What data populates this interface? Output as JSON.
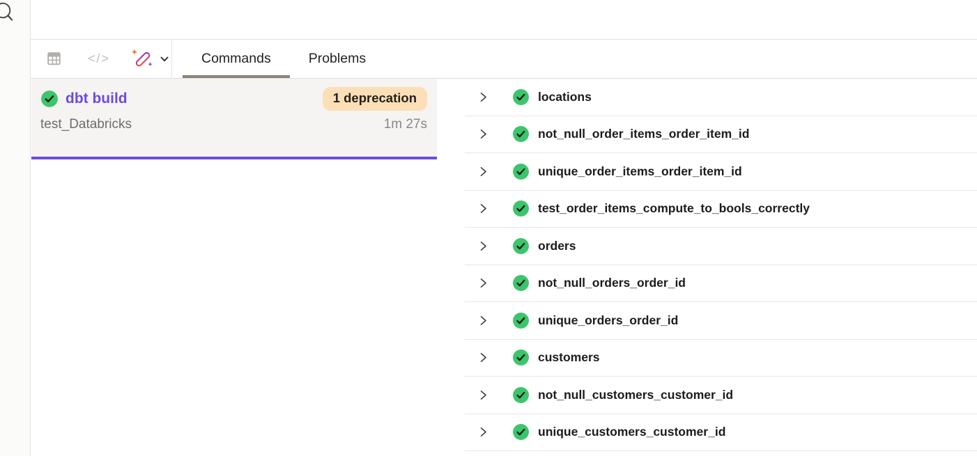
{
  "colors": {
    "accent_purple": "#6c4be0",
    "success_green": "#3dc56b",
    "badge_bg": "#fcdfb7",
    "tab_underline": "#8b8176"
  },
  "left_rail": {
    "search_icon": "magnifying-glass"
  },
  "toolbar": {
    "code_icon_label": "</>",
    "tabs": [
      {
        "label": "Commands",
        "active": true
      },
      {
        "label": "Problems",
        "active": false
      }
    ]
  },
  "command_card": {
    "status": "success",
    "title": "dbt build",
    "badge": "1 deprecation",
    "subtitle": "test_Databricks",
    "duration": "1m 27s"
  },
  "results": {
    "items": [
      {
        "label": "locations",
        "status": "success"
      },
      {
        "label": "not_null_order_items_order_item_id",
        "status": "success"
      },
      {
        "label": "unique_order_items_order_item_id",
        "status": "success"
      },
      {
        "label": "test_order_items_compute_to_bools_correctly",
        "status": "success"
      },
      {
        "label": "orders",
        "status": "success"
      },
      {
        "label": "not_null_orders_order_id",
        "status": "success"
      },
      {
        "label": "unique_orders_order_id",
        "status": "success"
      },
      {
        "label": "customers",
        "status": "success"
      },
      {
        "label": "not_null_customers_customer_id",
        "status": "success"
      },
      {
        "label": "unique_customers_customer_id",
        "status": "success"
      }
    ]
  }
}
